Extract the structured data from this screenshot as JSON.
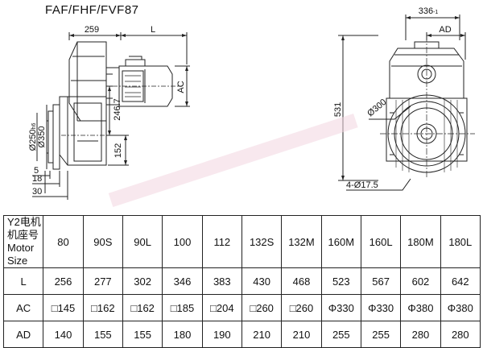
{
  "title": "FAF/FHF/FVF87",
  "drawing": {
    "dim_259": "259",
    "dim_L": "L",
    "dim_AC": "AC",
    "dim_350": "Ø350",
    "dim_250": "Ø250",
    "dim_250_tol": "h6",
    "dim_246_7": "246.7",
    "dim_152": "152",
    "dim_5": "5",
    "dim_18": "18",
    "dim_30": "30",
    "dim_336": "336",
    "dim_336_tol": "-1",
    "dim_AD": "AD",
    "dim_531": "531",
    "dim_300": "Ø300",
    "dim_holes": "4-Ø17.5"
  },
  "table": {
    "header_cn": "Y2电机机座号",
    "header_en": "Motor Size",
    "sizes": [
      "80",
      "90S",
      "90L",
      "100",
      "112",
      "132S",
      "132M",
      "160M",
      "160L",
      "180M",
      "180L"
    ],
    "rows": [
      {
        "label": "L",
        "values": [
          "256",
          "277",
          "302",
          "346",
          "383",
          "430",
          "468",
          "523",
          "567",
          "602",
          "642"
        ]
      },
      {
        "label": "AC",
        "values": [
          "□145",
          "□162",
          "□162",
          "□185",
          "□204",
          "□260",
          "□260",
          "Φ330",
          "Φ330",
          "Φ380",
          "Φ380"
        ]
      },
      {
        "label": "AD",
        "values": [
          "140",
          "155",
          "155",
          "180",
          "190",
          "210",
          "210",
          "255",
          "255",
          "280",
          "280"
        ]
      }
    ]
  }
}
